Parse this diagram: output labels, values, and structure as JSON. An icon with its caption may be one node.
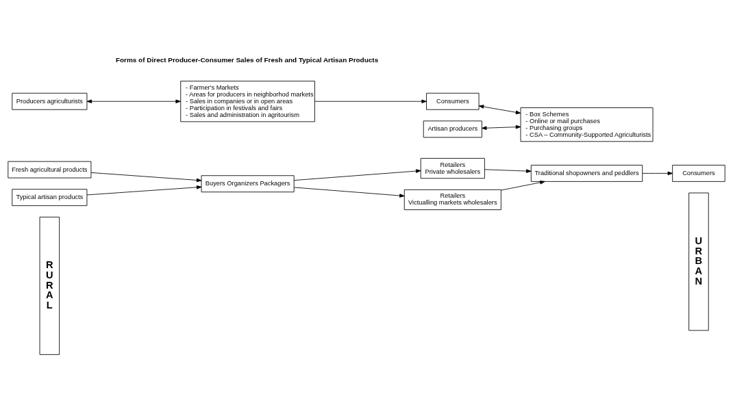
{
  "diagram": {
    "nodes": [
      {
        "text": [
          "R U R A L"
        ]
      },
      {
        "text": [
          "U R B A N"
        ]
      },
      {
        "text": [
          "Fresh agricultural products"
        ]
      },
      {
        "text": [
          "Typical artisan products"
        ]
      },
      {
        "text": [
          "Buyers Organizers Packagers"
        ]
      },
      {
        "text": [
          "Retailers",
          "Private wholesalers"
        ]
      },
      {
        "text": [
          "Retailers",
          "Victualling markets wholesalers"
        ]
      },
      {
        "text": [
          "Traditional shopowners and peddlers"
        ]
      },
      {
        "text": [
          "Consumers"
        ]
      },
      {
        "text": [
          "Producers agriculturists"
        ]
      },
      {
        "text": [
          "Artisan producers"
        ]
      },
      {
        "text": [
          "- Farmer's Markets",
          "- Areas for producers in neighborhod markets",
          "- Sales in companies or in open areas",
          "- Participation in festivals and fairs",
          "- Sales and administration in agritourism"
        ]
      },
      {
        "text": [
          "- Box Schemes",
          "- Online or mail purchases",
          "- Purchasing groups",
          "- CSA – Community-Supported Agriculturists"
        ]
      },
      {
        "text": [
          "Consumers"
        ]
      }
    ],
    "edges": [
      {
        "from": 2,
        "to": 4,
        "arrow": "to"
      },
      {
        "from": 3,
        "to": 4,
        "arrow": "to"
      },
      {
        "from": 4,
        "to": 5,
        "arrow": "to"
      },
      {
        "from": 4,
        "to": 6,
        "arrow": "to"
      },
      {
        "from": 5,
        "to": 7,
        "arrow": "to"
      },
      {
        "from": 6,
        "to": 7,
        "arrow": "to"
      },
      {
        "from": 7,
        "to": 8,
        "arrow": "to"
      },
      {
        "from": 9,
        "to": 11,
        "arrow": "both"
      },
      {
        "from": 10,
        "to": 12,
        "arrow": "both"
      },
      {
        "from": 11,
        "to": 13,
        "arrow": "to"
      },
      {
        "from": 13,
        "to": 12,
        "arrow": "both"
      }
    ],
    "labels": [
      "Forms of Direct Producer-Consumer Sales of Fresh and Typical Artisan Products"
    ]
  }
}
